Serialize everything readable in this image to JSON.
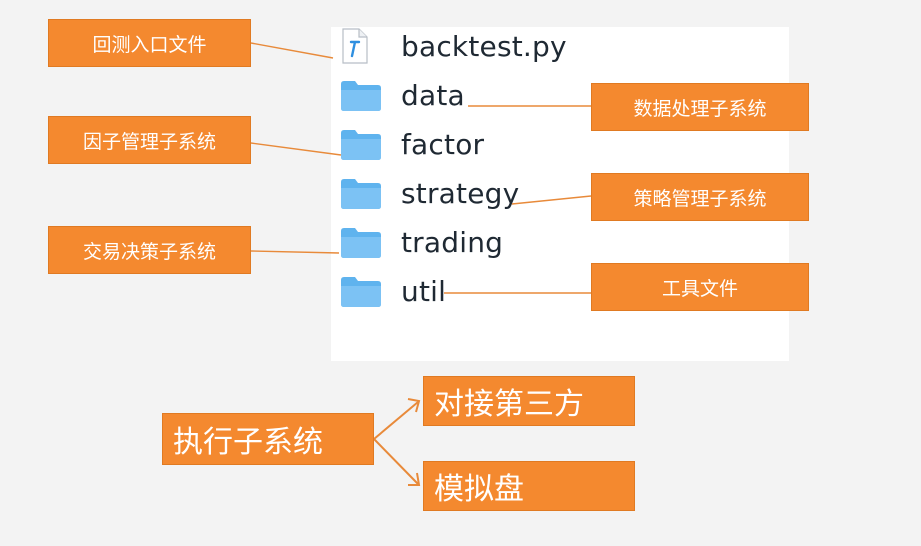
{
  "files": [
    {
      "name": "backtest.py",
      "icon": "python-file-icon"
    },
    {
      "name": "data",
      "icon": "folder-icon"
    },
    {
      "name": "factor",
      "icon": "folder-icon"
    },
    {
      "name": "strategy",
      "icon": "folder-icon"
    },
    {
      "name": "trading",
      "icon": "folder-icon"
    },
    {
      "name": "util",
      "icon": "folder-icon"
    }
  ],
  "annotations": {
    "backtest": "回测入口文件",
    "data": "数据处理子系统",
    "factor": "因子管理子系统",
    "strategy": "策略管理子系统",
    "trading": "交易决策子系统",
    "util": "工具文件"
  },
  "execution": {
    "root": "执行子系统",
    "branches": [
      "对接第三方",
      "模拟盘"
    ]
  },
  "colors": {
    "label_fill": "#f4892f",
    "connector": "#e88a3a",
    "folder": "#5fb3ee",
    "background": "#f3f3f3"
  }
}
